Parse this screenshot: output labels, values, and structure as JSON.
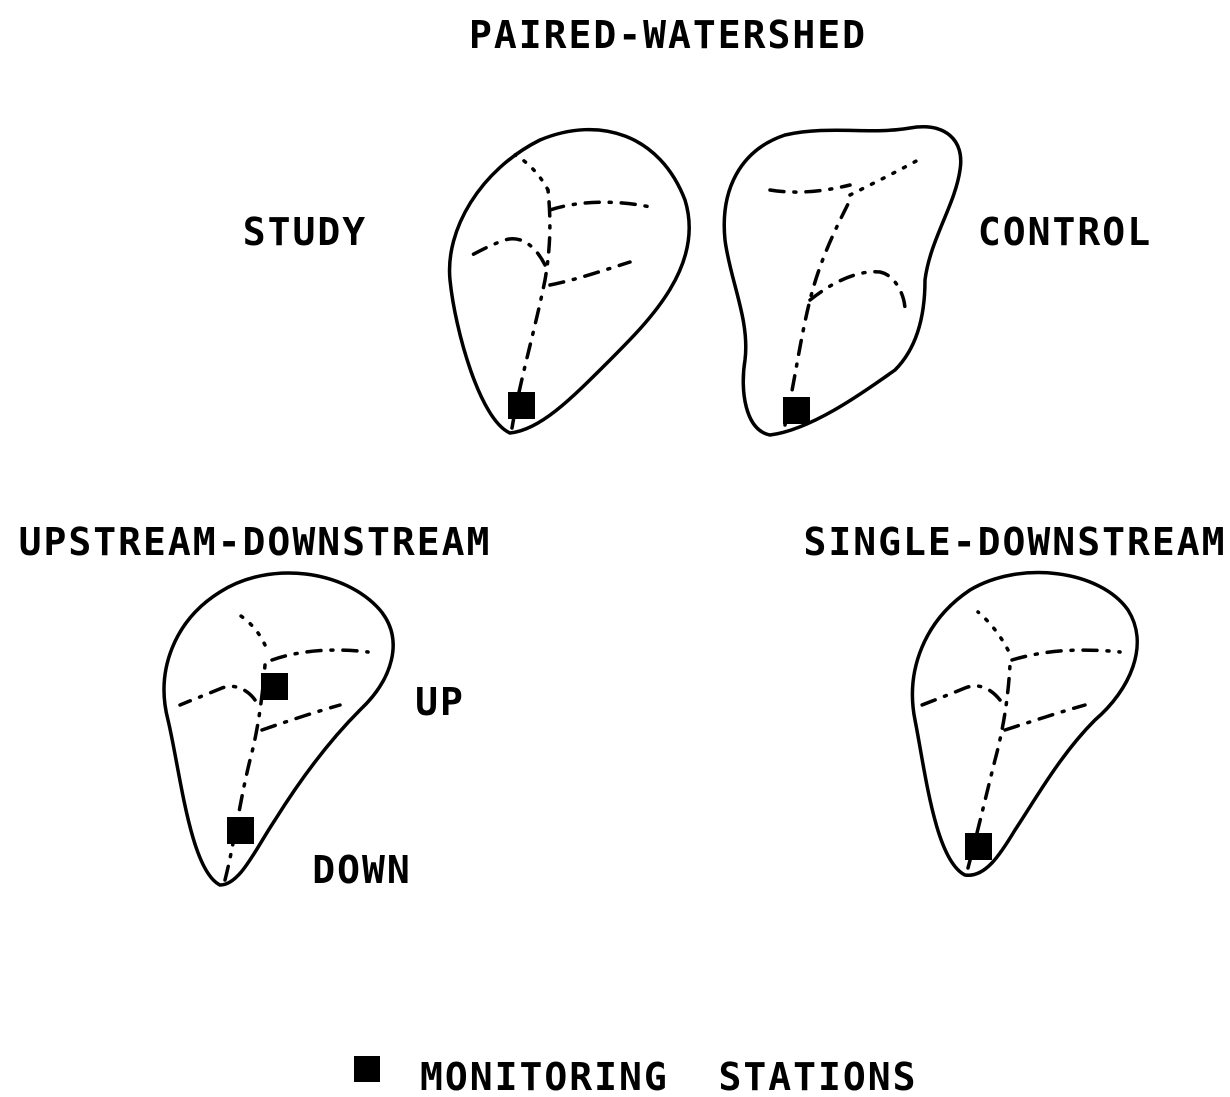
{
  "labels": {
    "paired_title": "PAIRED-WATERSHED",
    "study": "STUDY",
    "control": "CONTROL",
    "updown_title": "UPSTREAM-DOWNSTREAM",
    "up": "UP",
    "down": "DOWN",
    "single_title": "SINGLE-DOWNSTREAM",
    "legend": "MONITORING  STATIONS"
  },
  "colors": {
    "ink": "#000000",
    "background": "#ffffff"
  }
}
